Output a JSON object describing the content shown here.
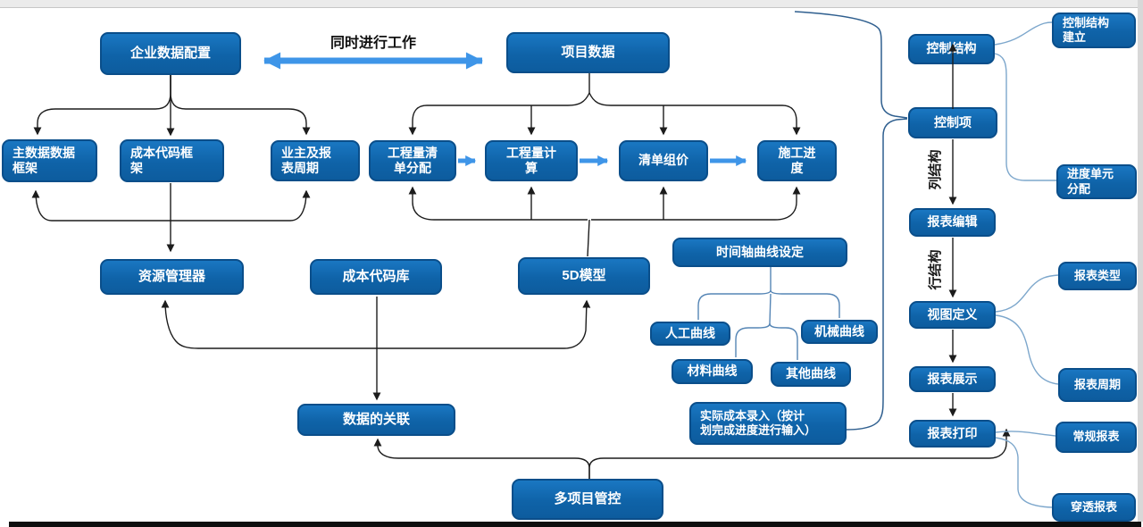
{
  "diagram": {
    "annotation": "同时进行工作",
    "vertical_labels": {
      "column_structure": "列结构",
      "row_structure": "行结构"
    },
    "nodes": {
      "enterprise_data_config": "企业数据配置",
      "project_data": "项目数据",
      "master_data_framework": "主数据数据\n框架",
      "cost_code_framework": "成本代码框\n架",
      "owner_report_cycle": "业主及报\n表周期",
      "boq_allocation": "工程量清\n单分配",
      "quantity_calculation": "工程量计\n算",
      "boq_pricing": "清单组价",
      "construction_progress": "施工进\n度",
      "resource_manager": "资源管理器",
      "cost_code_library": "成本代码库",
      "model_5d": "5D模型",
      "timeline_curve_setting": "时间轴曲线设定",
      "labor_curve": "人工曲线",
      "machine_curve": "机械曲线",
      "material_curve": "材料曲线",
      "other_curve": "其他曲线",
      "actual_cost_entry": "实际成本录入（按计\n划完成进度进行输入）",
      "data_linkage": "数据的关联",
      "multi_project_control": "多项目管控",
      "control_structure": "控制结构",
      "control_item": "控制项",
      "report_edit": "报表编辑",
      "view_definition": "视图定义",
      "report_display": "报表展示",
      "report_print": "报表打印",
      "control_structure_setup": "控制结构\n建立",
      "progress_unit_allocation": "进度单元\n分配",
      "report_type": "报表类型",
      "report_cycle": "报表周期",
      "regular_report": "常规报表",
      "drillthrough_report": "穿透报表"
    },
    "colors": {
      "node_fill": "#0f63a8",
      "node_border": "#0a4e8a",
      "node_text": "#ffffff",
      "flow_arrow_blue": "#3e95e8",
      "connector_black": "#1c1c1c",
      "connector_light_blue": "#7da7cc",
      "connector_tree_blue": "#5585b5",
      "connector_bracket_blue": "#2f5f8f"
    }
  }
}
